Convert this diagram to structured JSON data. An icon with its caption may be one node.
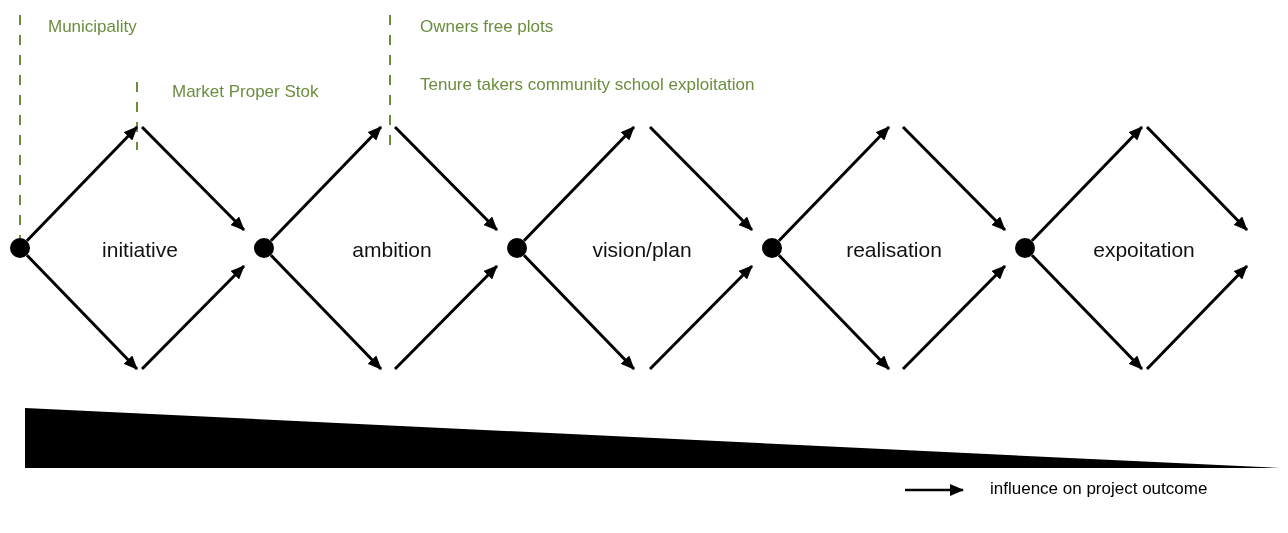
{
  "diagram": {
    "nodes": [
      {
        "text": [],
        "shape": "circle"
      },
      {
        "text": [],
        "shape": "circle"
      },
      {
        "text": [],
        "shape": "circle"
      },
      {
        "text": [],
        "shape": "circle"
      },
      {
        "text": [],
        "shape": "circle"
      },
      {
        "text": [],
        "shape": "triangle"
      }
    ],
    "edges": [
      {
        "from": 0,
        "to": null,
        "arrow": "to"
      },
      {
        "from": 0,
        "to": null,
        "arrow": "to"
      },
      {
        "from": null,
        "to": 1,
        "arrow": "to"
      },
      {
        "from": null,
        "to": 1,
        "arrow": "to"
      },
      {
        "from": 1,
        "to": null,
        "arrow": "to"
      },
      {
        "from": 1,
        "to": null,
        "arrow": "to"
      },
      {
        "from": null,
        "to": 2,
        "arrow": "to"
      },
      {
        "from": null,
        "to": 2,
        "arrow": "to"
      },
      {
        "from": 2,
        "to": null,
        "arrow": "to"
      },
      {
        "from": 2,
        "to": null,
        "arrow": "to"
      },
      {
        "from": null,
        "to": 3,
        "arrow": "to"
      },
      {
        "from": null,
        "to": 3,
        "arrow": "to"
      },
      {
        "from": 3,
        "to": null,
        "arrow": "to"
      },
      {
        "from": 3,
        "to": null,
        "arrow": "to"
      },
      {
        "from": null,
        "to": 4,
        "arrow": "to"
      },
      {
        "from": null,
        "to": 4,
        "arrow": "to"
      },
      {
        "from": 4,
        "to": null,
        "arrow": "to"
      },
      {
        "from": 4,
        "to": null,
        "arrow": "to"
      }
    ],
    "labels": [
      "Municipality",
      "Owners free plots",
      "Market Proper Stok",
      "Tenure takers community school exploitation",
      "initiative",
      "ambition",
      "vision/plan",
      "realisation",
      "expoitation"
    ],
    "legend": [
      {
        "text": "influence on project outcome"
      }
    ]
  }
}
